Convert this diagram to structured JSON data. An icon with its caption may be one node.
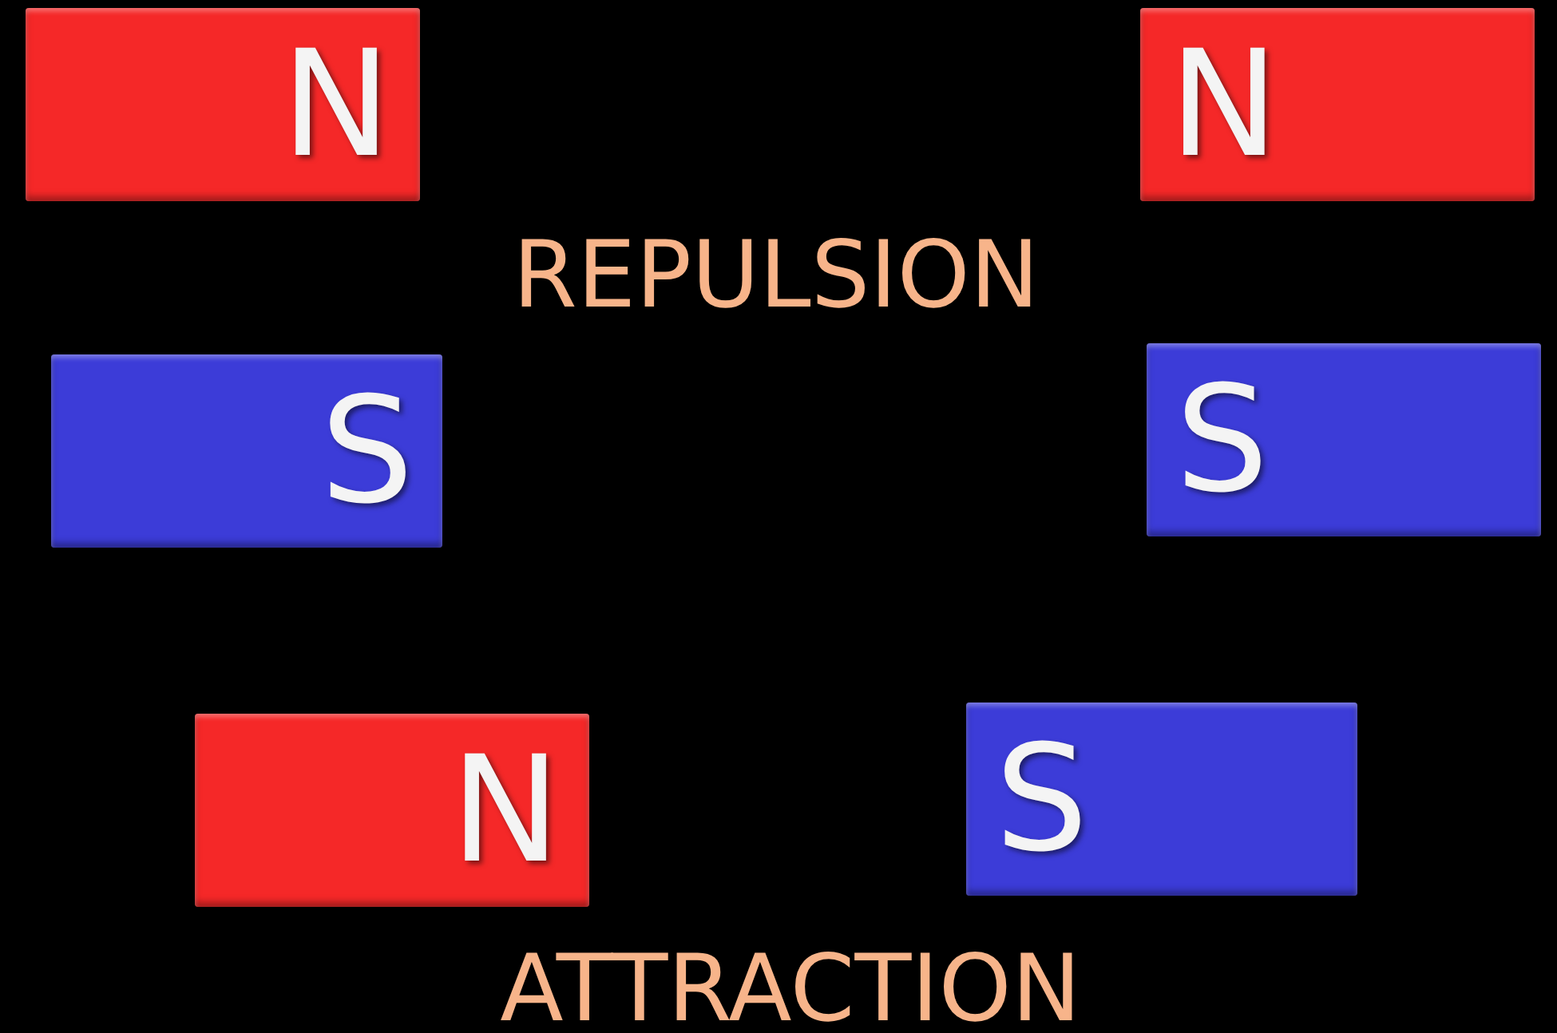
{
  "diagram": {
    "nodes": [
      {
        "text": [
          "N"
        ]
      },
      {
        "text": [
          "N"
        ]
      },
      {
        "text": [
          "S"
        ]
      },
      {
        "text": [
          "S"
        ]
      },
      {
        "text": [
          "N"
        ]
      },
      {
        "text": [
          "S"
        ]
      }
    ],
    "labels": [
      "REPULSION",
      "ATTRACTION"
    ]
  }
}
